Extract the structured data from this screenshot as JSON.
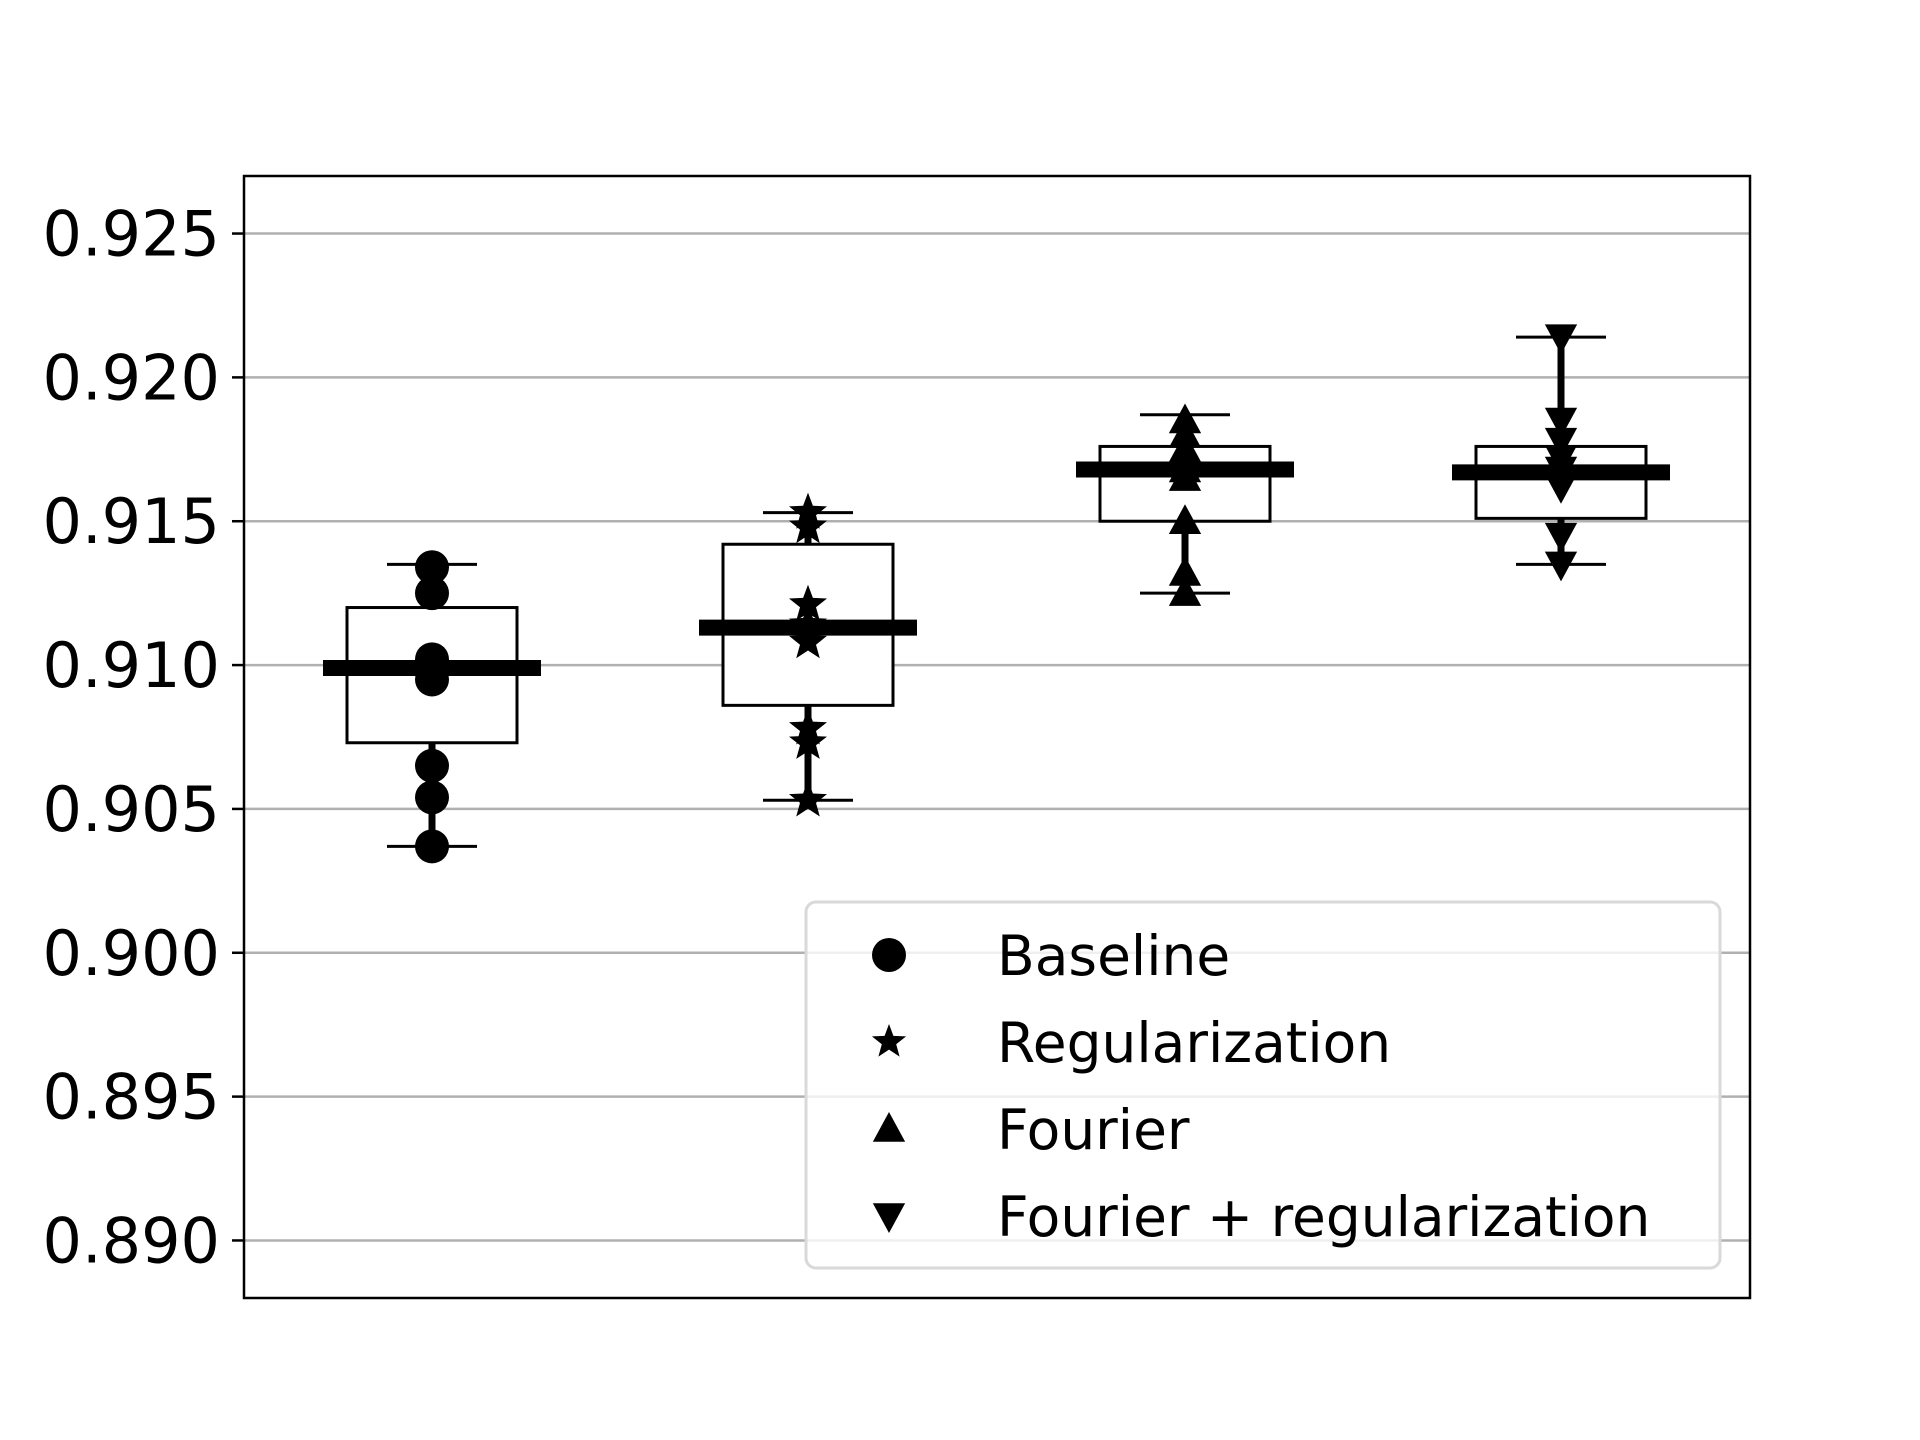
{
  "chart_data": {
    "type": "box",
    "title": "",
    "xlabel": "",
    "ylabel": "",
    "ylim": [
      0.888,
      0.927
    ],
    "yticks": [
      0.89,
      0.895,
      0.9,
      0.905,
      0.91,
      0.915,
      0.92,
      0.925
    ],
    "ytick_labels": [
      "0.890",
      "0.895",
      "0.900",
      "0.905",
      "0.910",
      "0.915",
      "0.920",
      "0.925"
    ],
    "grid": "horizontal",
    "legend_position": "lower-right",
    "series": [
      {
        "name": "Baseline",
        "marker": "circle",
        "points": [
          0.9037,
          0.9054,
          0.9065,
          0.9095,
          0.91,
          0.9102,
          0.9125,
          0.9134
        ],
        "q1": 0.9073,
        "median": 0.9099,
        "q3": 0.912,
        "whisker_low": 0.9037,
        "whisker_high": 0.9135
      },
      {
        "name": "Regularization",
        "marker": "star",
        "points": [
          0.9053,
          0.9073,
          0.9078,
          0.9108,
          0.9114,
          0.9121,
          0.9148,
          0.9153
        ],
        "q1": 0.9086,
        "median": 0.9113,
        "q3": 0.9142,
        "whisker_low": 0.9053,
        "whisker_high": 0.9153
      },
      {
        "name": "Fourier",
        "marker": "triangle-up",
        "points": [
          0.9125,
          0.9132,
          0.915,
          0.9165,
          0.9168,
          0.9175,
          0.918,
          0.9185
        ],
        "q1": 0.915,
        "median": 0.9168,
        "q3": 0.9176,
        "whisker_low": 0.9125,
        "whisker_high": 0.9187
      },
      {
        "name": "Fourier + regularization",
        "marker": "triangle-down",
        "points": [
          0.9135,
          0.9145,
          0.9162,
          0.9168,
          0.9172,
          0.9178,
          0.9185,
          0.9214
        ],
        "q1": 0.9151,
        "median": 0.9167,
        "q3": 0.9176,
        "whisker_low": 0.9135,
        "whisker_high": 0.9214
      }
    ]
  }
}
